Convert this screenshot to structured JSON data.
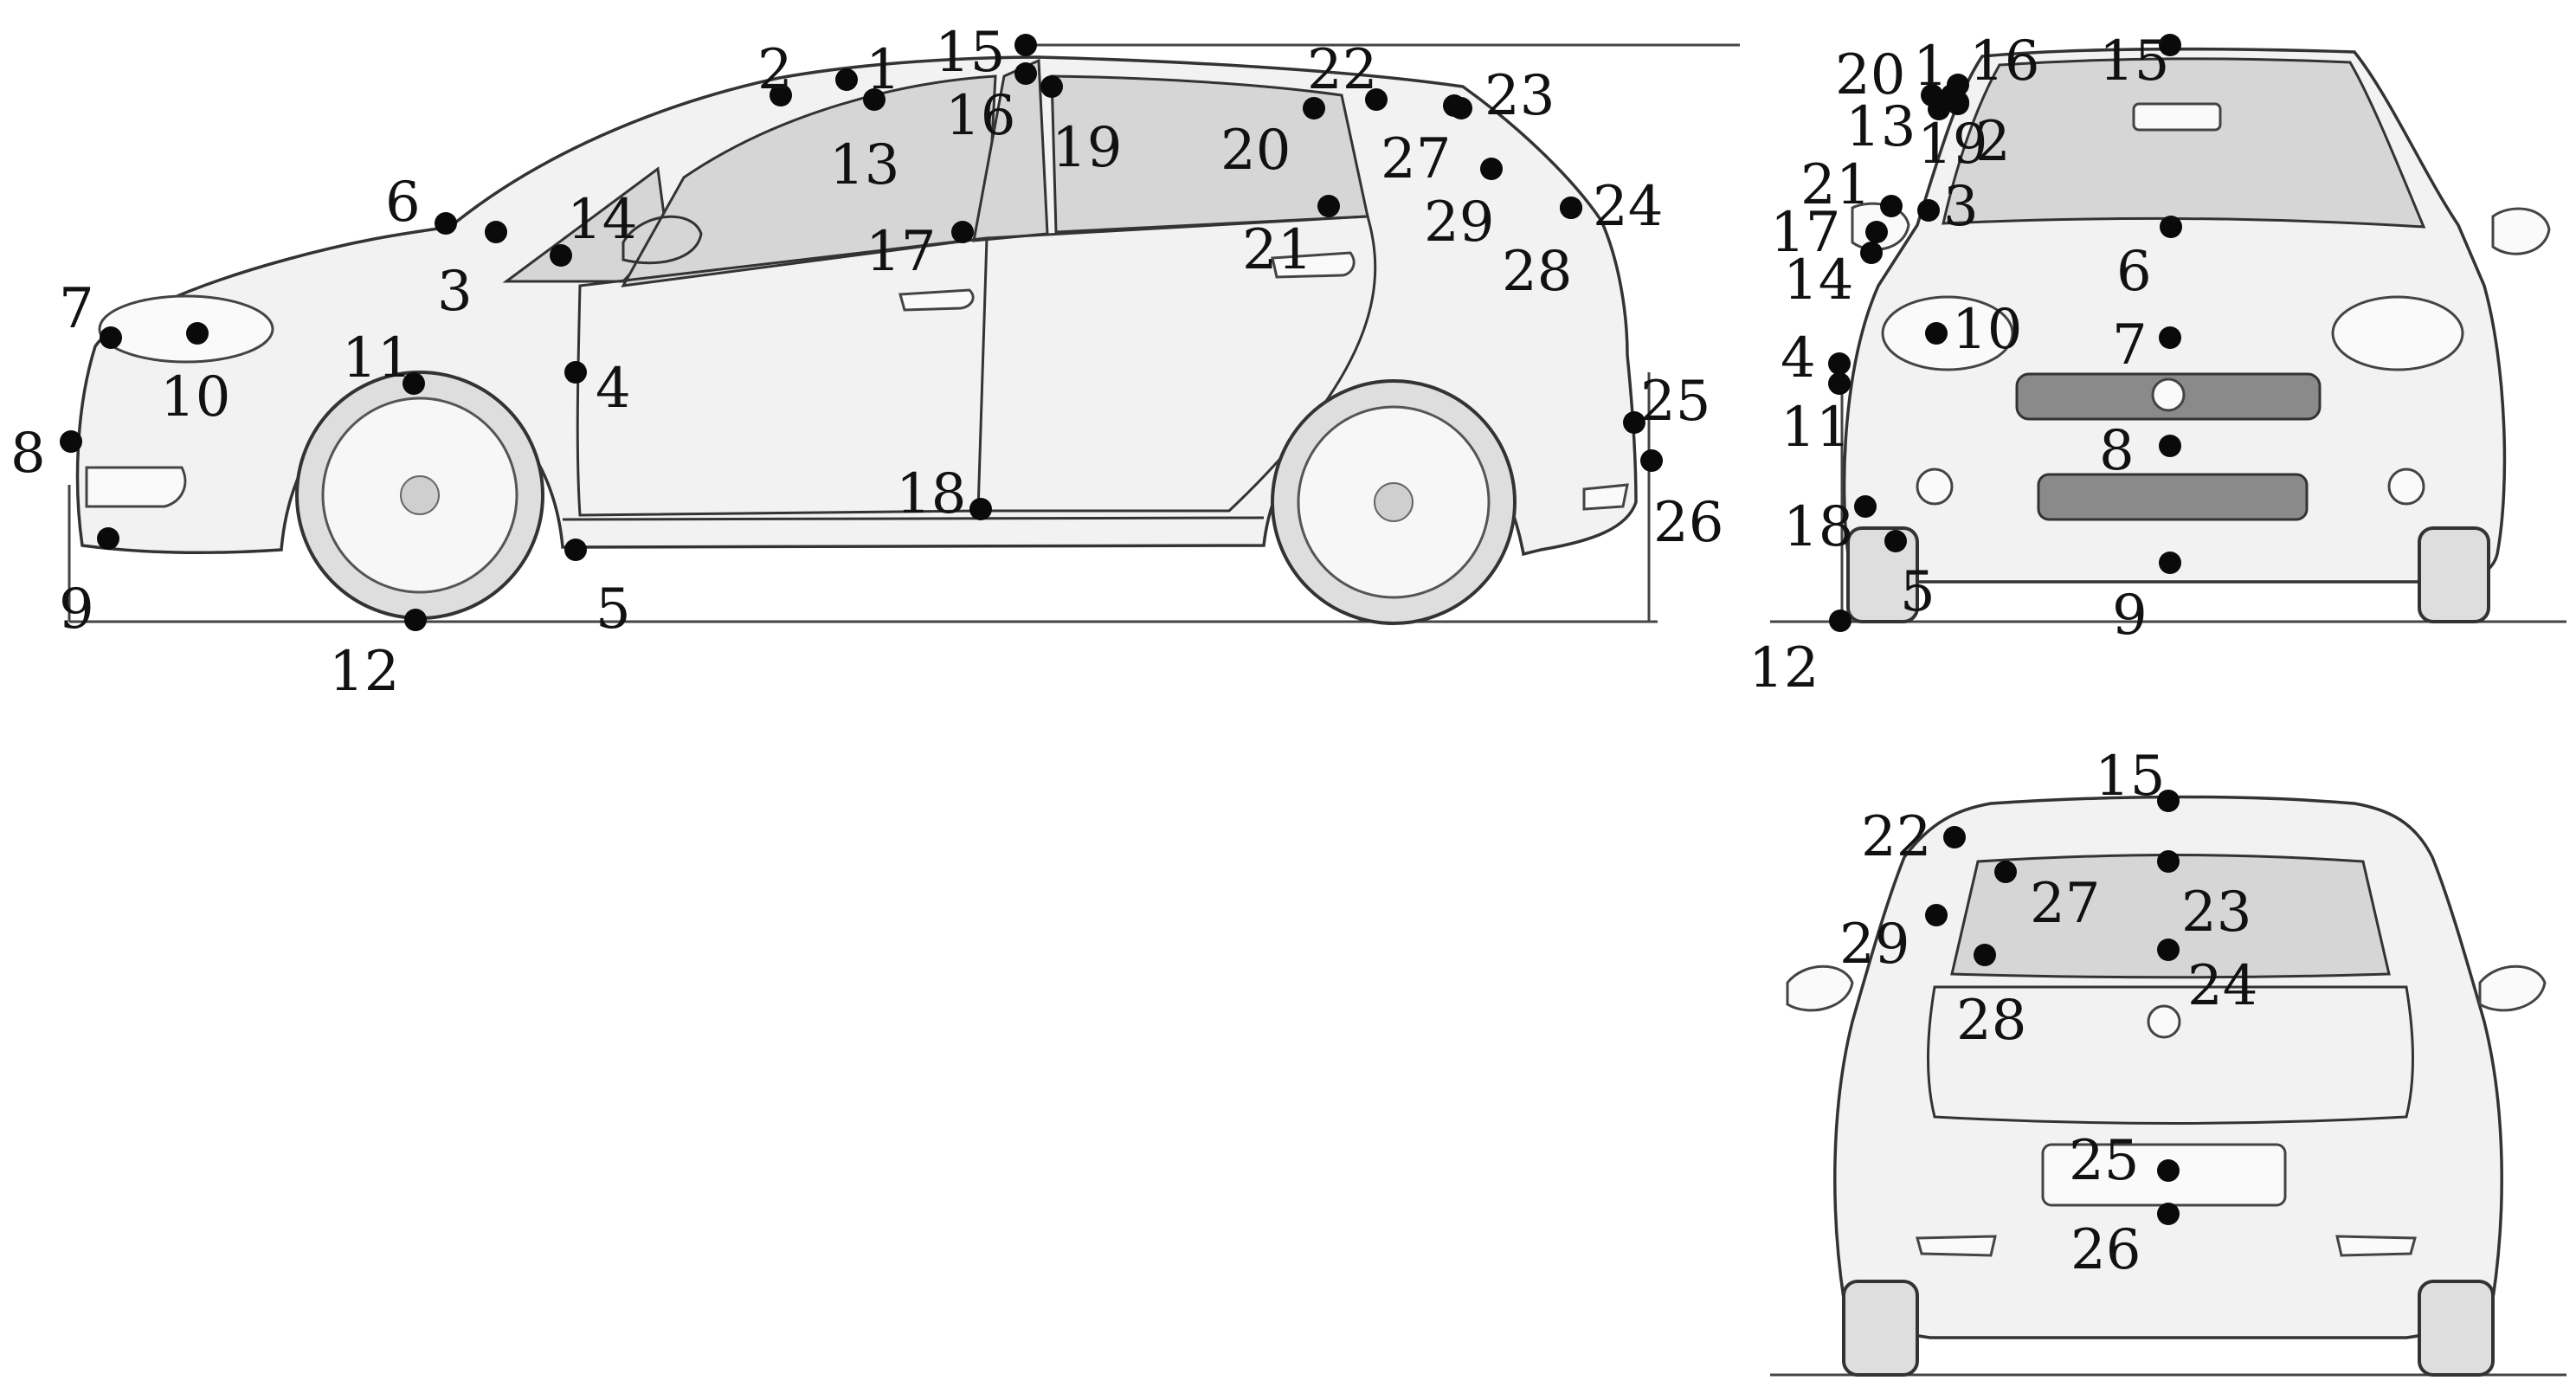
{
  "views": {
    "side": {
      "points": [
        {
          "id": "1",
          "label": "1"
        },
        {
          "id": "2",
          "label": "2"
        },
        {
          "id": "3",
          "label": "3"
        },
        {
          "id": "4",
          "label": "4"
        },
        {
          "id": "5",
          "label": "5"
        },
        {
          "id": "6",
          "label": "6"
        },
        {
          "id": "7",
          "label": "7"
        },
        {
          "id": "8",
          "label": "8"
        },
        {
          "id": "9",
          "label": "9"
        },
        {
          "id": "10",
          "label": "10"
        },
        {
          "id": "11",
          "label": "11"
        },
        {
          "id": "12",
          "label": "12"
        },
        {
          "id": "13",
          "label": "13"
        },
        {
          "id": "14",
          "label": "14"
        },
        {
          "id": "15",
          "label": "15"
        },
        {
          "id": "16",
          "label": "16"
        },
        {
          "id": "17",
          "label": "17"
        },
        {
          "id": "18",
          "label": "18"
        },
        {
          "id": "19",
          "label": "19"
        },
        {
          "id": "20",
          "label": "20"
        },
        {
          "id": "21",
          "label": "21"
        },
        {
          "id": "22",
          "label": "22"
        },
        {
          "id": "23",
          "label": "23"
        },
        {
          "id": "24",
          "label": "24"
        },
        {
          "id": "25",
          "label": "25"
        },
        {
          "id": "26",
          "label": "26"
        },
        {
          "id": "27",
          "label": "27"
        },
        {
          "id": "28",
          "label": "28"
        },
        {
          "id": "29",
          "label": "29"
        }
      ]
    },
    "front": {
      "points": [
        {
          "id": "20",
          "label": "20"
        },
        {
          "id": "1",
          "label": "1"
        },
        {
          "id": "16",
          "label": "16"
        },
        {
          "id": "15",
          "label": "15"
        },
        {
          "id": "13",
          "label": "13"
        },
        {
          "id": "19",
          "label": "19"
        },
        {
          "id": "2",
          "label": "2"
        },
        {
          "id": "21",
          "label": "21"
        },
        {
          "id": "3",
          "label": "3"
        },
        {
          "id": "17",
          "label": "17"
        },
        {
          "id": "14",
          "label": "14"
        },
        {
          "id": "6",
          "label": "6"
        },
        {
          "id": "10",
          "label": "10"
        },
        {
          "id": "7",
          "label": "7"
        },
        {
          "id": "4",
          "label": "4"
        },
        {
          "id": "11",
          "label": "11"
        },
        {
          "id": "8",
          "label": "8"
        },
        {
          "id": "18",
          "label": "18"
        },
        {
          "id": "5",
          "label": "5"
        },
        {
          "id": "9",
          "label": "9"
        },
        {
          "id": "12",
          "label": "12"
        }
      ]
    },
    "rear": {
      "points": [
        {
          "id": "15",
          "label": "15"
        },
        {
          "id": "22",
          "label": "22"
        },
        {
          "id": "27",
          "label": "27"
        },
        {
          "id": "23",
          "label": "23"
        },
        {
          "id": "29",
          "label": "29"
        },
        {
          "id": "28",
          "label": "28"
        },
        {
          "id": "24",
          "label": "24"
        },
        {
          "id": "25",
          "label": "25"
        },
        {
          "id": "26",
          "label": "26"
        }
      ]
    }
  }
}
